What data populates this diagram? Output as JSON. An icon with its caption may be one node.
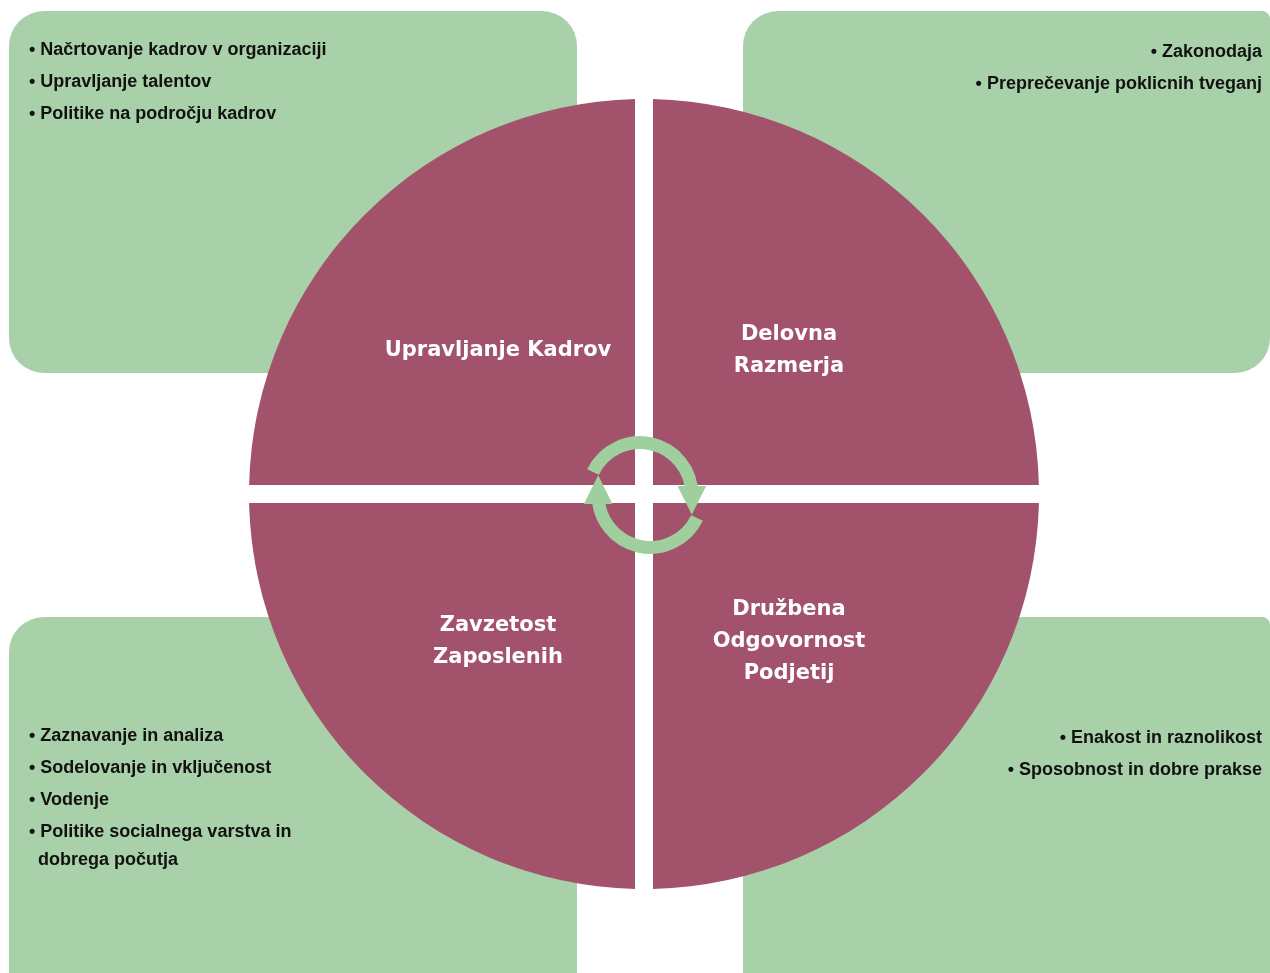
{
  "diagram": {
    "nodes": [
      {
        "text": [
          "• Načrtovanje kadrov v organizaciji",
          "• Upravljanje talentov",
          "• Politike na področju kadrov"
        ]
      },
      {
        "text": [
          "• Zakonodaja",
          "• Preprečevanje poklicnih tveganj"
        ]
      },
      {
        "text": [
          "Upravljanje Kadrov"
        ]
      },
      {
        "text": [
          "Delovna Razmerja"
        ]
      },
      {
        "text": [
          "Zavzetost Zaposlenih"
        ]
      },
      {
        "text": [
          "Družbena Odgovornost Podjetij"
        ]
      },
      {
        "text": [
          "• Zaznavanje in analiza",
          "• Sodelovanje in vključenost",
          "• Vodenje",
          "• Politike socialnega varstva in dobrega počutja"
        ]
      },
      {
        "text": [
          "• Enakost in raznolikost",
          "• Sposobnost in dobre prakse"
        ]
      }
    ],
    "edges": [
      {
        "from": 2,
        "to": 3,
        "arrow": "to"
      },
      {
        "from": 5,
        "to": 4,
        "arrow": "to"
      }
    ]
  }
}
